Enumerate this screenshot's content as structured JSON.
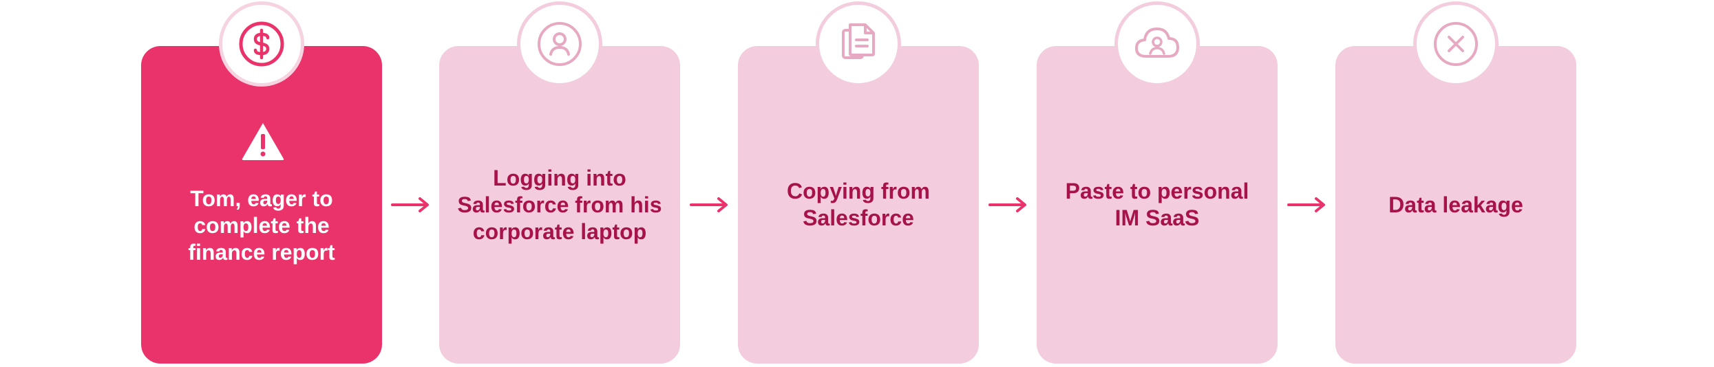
{
  "colors": {
    "active_card": "#e9336a",
    "inactive_card": "#f3cddd",
    "card_text_inactive": "#a8124a",
    "card_text_active": "#ffffff",
    "arrow": "#e9336a",
    "icon_active": "#e9336a",
    "icon_inactive": "#e7a9c2"
  },
  "steps": [
    {
      "label": "Tom, eager to complete the finance report",
      "icon": "dollar-icon",
      "active": true
    },
    {
      "label": "Logging into Salesforce from his corporate laptop",
      "icon": "user-icon",
      "active": false
    },
    {
      "label": "Copying from Salesforce",
      "icon": "documents-icon",
      "active": false
    },
    {
      "label": "Paste to personal IM SaaS",
      "icon": "cloud-user-icon",
      "active": false
    },
    {
      "label": "Data leakage",
      "icon": "close-circle-icon",
      "active": false
    }
  ]
}
